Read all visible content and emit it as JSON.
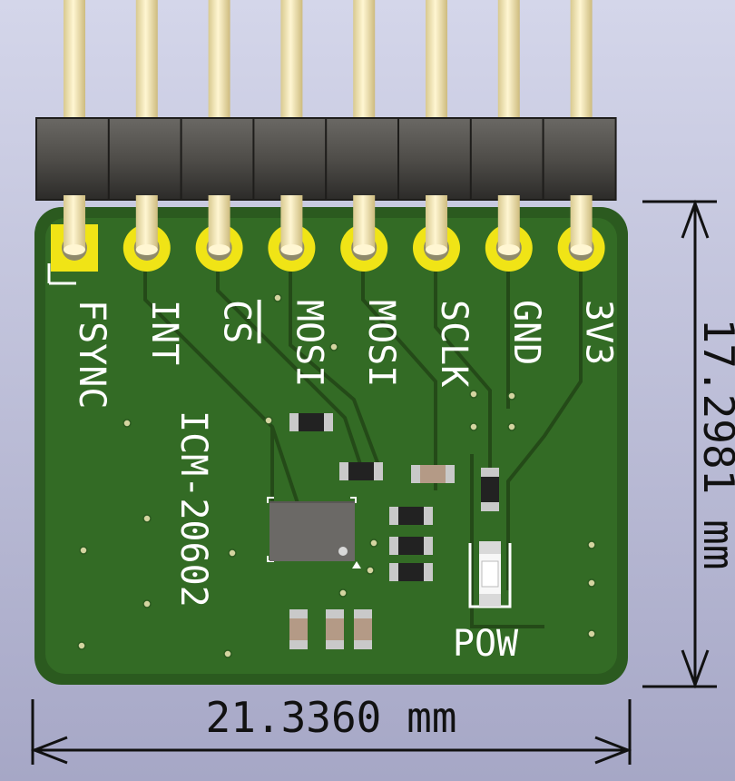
{
  "board": {
    "chip_label": "ICM-20602",
    "power_led_label": "POW",
    "colors": {
      "background_top": "#d4d6ea",
      "background_bottom": "#a6a7c6",
      "pcb": "#2b5a1f",
      "copper": "#336b25",
      "pad": "#f0e416",
      "silkscreen": "#ffffff",
      "header_body": "#55534f",
      "pin": "#f3e6b4"
    }
  },
  "header": {
    "pins": [
      {
        "label": "FSYNC",
        "overline": false
      },
      {
        "label": "INT",
        "overline": false
      },
      {
        "label": "CS",
        "overline": true
      },
      {
        "label": "MOSI",
        "overline": false
      },
      {
        "label": "MOSI",
        "overline": false
      },
      {
        "label": "SCLK",
        "overline": false
      },
      {
        "label": "GND",
        "overline": false
      },
      {
        "label": "3V3",
        "overline": false
      }
    ]
  },
  "dimensions": {
    "width": "21.3360 mm",
    "height": "17.2981 mm"
  }
}
